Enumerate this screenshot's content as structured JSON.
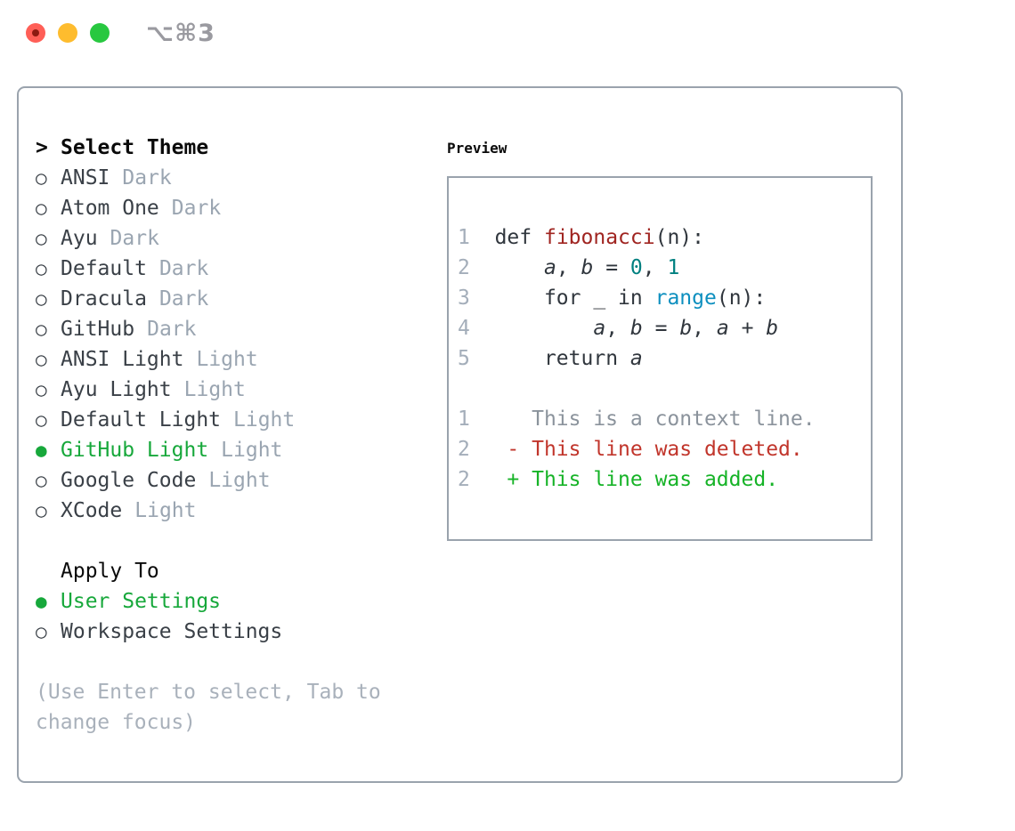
{
  "window": {
    "title": "⌥⌘3"
  },
  "colors": {
    "traffic_red": "#ff5f57",
    "traffic_red_dot": "#8c1a11",
    "traffic_yellow": "#febc2e",
    "traffic_green": "#28c840",
    "titlebar_text": "#9a9aa0",
    "border_gray": "#9aa3ad",
    "title_black": "#0a0a0a",
    "text_item": "#3a4047",
    "text_dark": "#30363d",
    "muted_gray": "#9aa5b1",
    "hint_gray": "#a9b1bb",
    "line_number_gray": "#a4aeba",
    "accent_green": "#17a83b",
    "added_green": "#16b327",
    "deleted_red": "#c1352b",
    "context_gray": "#8b939c",
    "syntax_title_red": "#a02521",
    "syntax_number_teal": "#008080",
    "syntax_builtin_blue": "#0d8fbf"
  },
  "icons": {
    "radio_unselected": "○",
    "radio_selected": "●",
    "prompt": ">"
  },
  "panel": {
    "theme_section": {
      "prompt": ">",
      "title": "Select Theme",
      "items": [
        {
          "marker": "○",
          "name": "ANSI",
          "tag": "Dark",
          "selected": false
        },
        {
          "marker": "○",
          "name": "Atom One",
          "tag": "Dark",
          "selected": false
        },
        {
          "marker": "○",
          "name": "Ayu",
          "tag": "Dark",
          "selected": false
        },
        {
          "marker": "○",
          "name": "Default",
          "tag": "Dark",
          "selected": false
        },
        {
          "marker": "○",
          "name": "Dracula",
          "tag": "Dark",
          "selected": false
        },
        {
          "marker": "○",
          "name": "GitHub",
          "tag": "Dark",
          "selected": false
        },
        {
          "marker": "○",
          "name": "ANSI Light",
          "tag": "Light",
          "selected": false
        },
        {
          "marker": "○",
          "name": "Ayu Light",
          "tag": "Light",
          "selected": false
        },
        {
          "marker": "○",
          "name": "Default Light",
          "tag": "Light",
          "selected": false
        },
        {
          "marker": "●",
          "name": "GitHub Light",
          "tag": "Light",
          "selected": true
        },
        {
          "marker": "○",
          "name": "Google Code",
          "tag": "Light",
          "selected": false
        },
        {
          "marker": "○",
          "name": "XCode",
          "tag": "Light",
          "selected": false
        }
      ]
    },
    "apply_section": {
      "title": "Apply To",
      "items": [
        {
          "marker": "●",
          "name": "User Settings",
          "selected": true
        },
        {
          "marker": "○",
          "name": "Workspace Settings",
          "selected": false
        }
      ]
    },
    "hint": "(Use Enter to select, Tab to\nchange focus)"
  },
  "preview": {
    "title": "Preview",
    "lines": [
      {
        "num": "1",
        "tokens": [
          {
            "t": "  ",
            "c": "plain"
          },
          {
            "t": "def",
            "c": "keyword"
          },
          {
            "t": " ",
            "c": "plain"
          },
          {
            "t": "fibonacci",
            "c": "title"
          },
          {
            "t": "(n):",
            "c": "plain"
          }
        ]
      },
      {
        "num": "2",
        "tokens": [
          {
            "t": "      ",
            "c": "plain"
          },
          {
            "t": "a",
            "c": "var"
          },
          {
            "t": ", ",
            "c": "plain"
          },
          {
            "t": "b",
            "c": "var"
          },
          {
            "t": " = ",
            "c": "plain"
          },
          {
            "t": "0",
            "c": "number"
          },
          {
            "t": ", ",
            "c": "plain"
          },
          {
            "t": "1",
            "c": "number"
          }
        ]
      },
      {
        "num": "3",
        "tokens": [
          {
            "t": "      ",
            "c": "plain"
          },
          {
            "t": "for",
            "c": "keyword"
          },
          {
            "t": " _ ",
            "c": "plain"
          },
          {
            "t": "in",
            "c": "keyword"
          },
          {
            "t": " ",
            "c": "plain"
          },
          {
            "t": "range",
            "c": "builtin"
          },
          {
            "t": "(n):",
            "c": "plain"
          }
        ]
      },
      {
        "num": "4",
        "tokens": [
          {
            "t": "          ",
            "c": "plain"
          },
          {
            "t": "a",
            "c": "var"
          },
          {
            "t": ", ",
            "c": "plain"
          },
          {
            "t": "b",
            "c": "var"
          },
          {
            "t": " = ",
            "c": "plain"
          },
          {
            "t": "b",
            "c": "var"
          },
          {
            "t": ", ",
            "c": "plain"
          },
          {
            "t": "a",
            "c": "var"
          },
          {
            "t": " + ",
            "c": "plain"
          },
          {
            "t": "b",
            "c": "var"
          }
        ]
      },
      {
        "num": "5",
        "tokens": [
          {
            "t": "      ",
            "c": "plain"
          },
          {
            "t": "return",
            "c": "keyword"
          },
          {
            "t": " ",
            "c": "plain"
          },
          {
            "t": "a",
            "c": "var"
          }
        ]
      },
      {
        "spacer": true
      },
      {
        "num": "1",
        "tokens": [
          {
            "t": "     This is a context line.",
            "c": "context"
          }
        ]
      },
      {
        "num": "2",
        "tokens": [
          {
            "t": "   - This line was deleted.",
            "c": "deleted"
          }
        ]
      },
      {
        "num": "2",
        "tokens": [
          {
            "t": "   + This line was added.",
            "c": "added"
          }
        ]
      }
    ]
  }
}
